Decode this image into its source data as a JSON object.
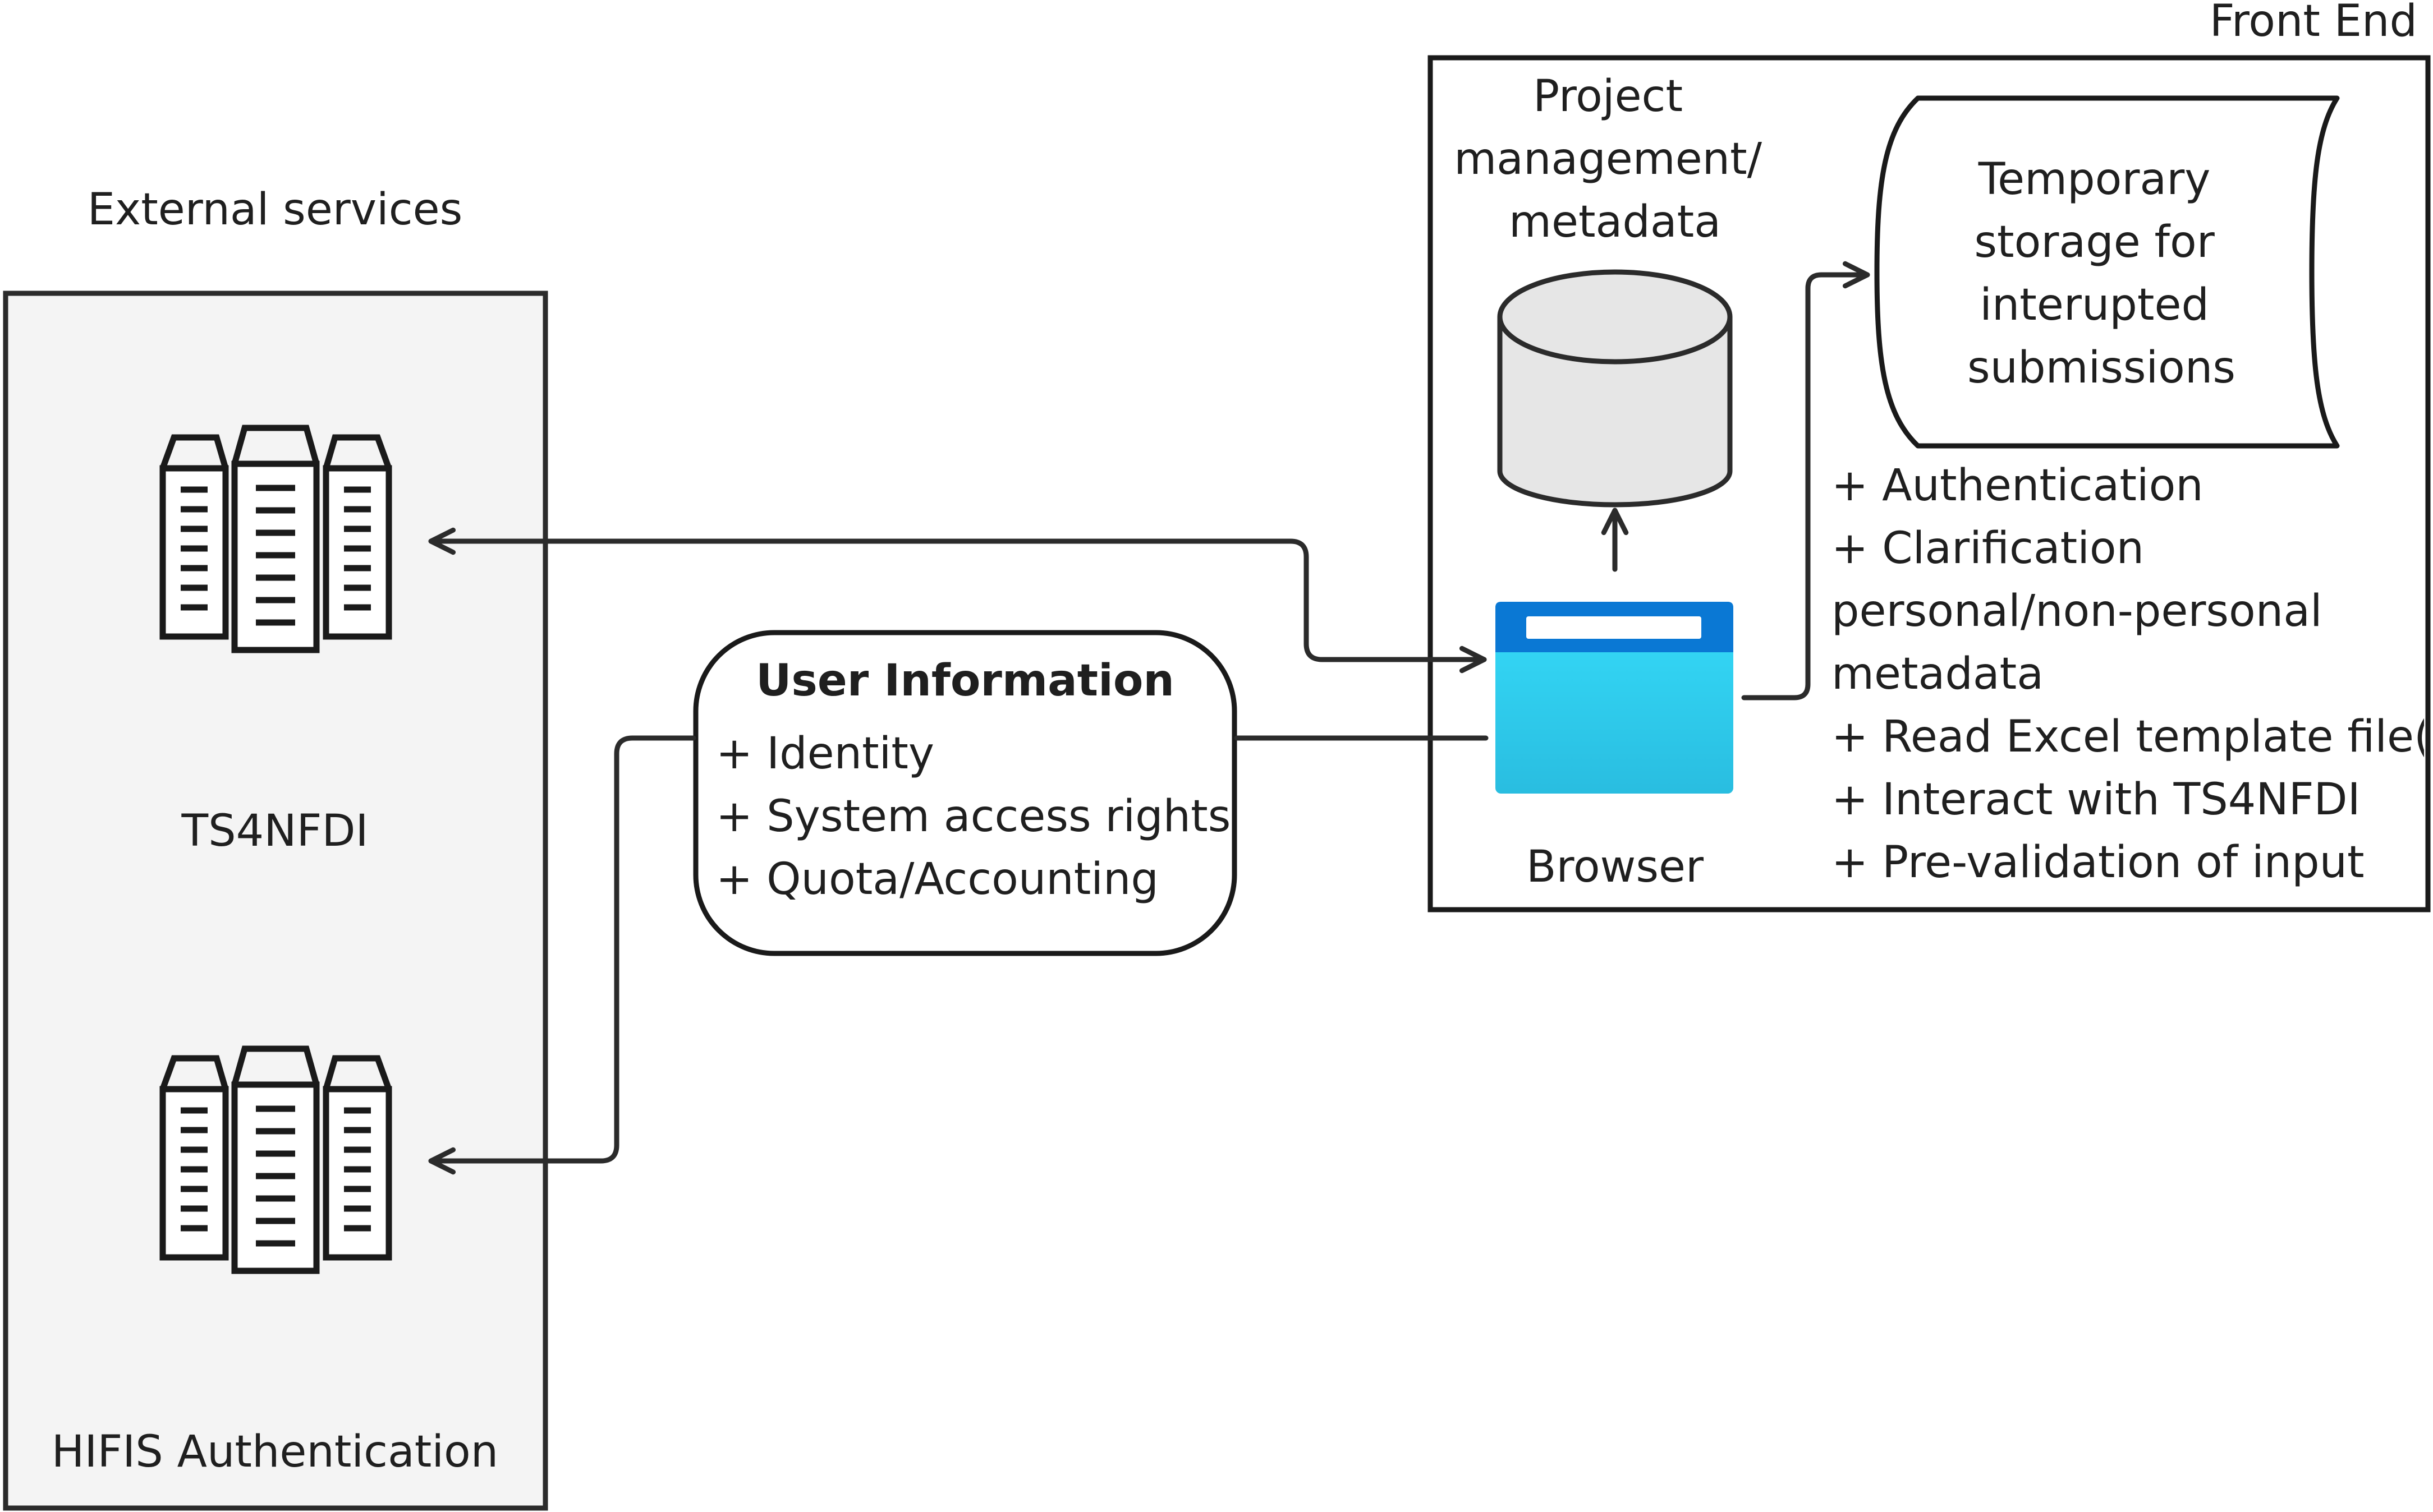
{
  "external_services": {
    "title": "External services",
    "ts4nfdi_label": "TS4NFDI",
    "hifis_label": "HIFIS Authentication"
  },
  "front_end": {
    "title": "Front End",
    "project_db_label": [
      "Project",
      "management/",
      "metadata"
    ],
    "temp_storage_label": [
      "Temporary",
      "storage for",
      "interupted",
      "submissions"
    ],
    "browser_label": "Browser",
    "features": [
      "+ Authentication",
      "+ Clarification",
      "personal/non-personal",
      "metadata",
      "+ Read Excel template file(s)",
      "+ Interact with TS4NFDI",
      "+ Pre-validation of input"
    ]
  },
  "user_information": {
    "title": "User Information",
    "items": [
      "+ Identity",
      "+ System access rights",
      "+ Quota/Accounting"
    ]
  },
  "colors": {
    "stroke": "#2b2b2b",
    "external_fill": "#f4f4f4",
    "database_fill": "#e8e8e8",
    "browser_top": "#0a78d4",
    "browser_body": "#32d4f5",
    "browser_body_bottom": "#29bde0"
  }
}
